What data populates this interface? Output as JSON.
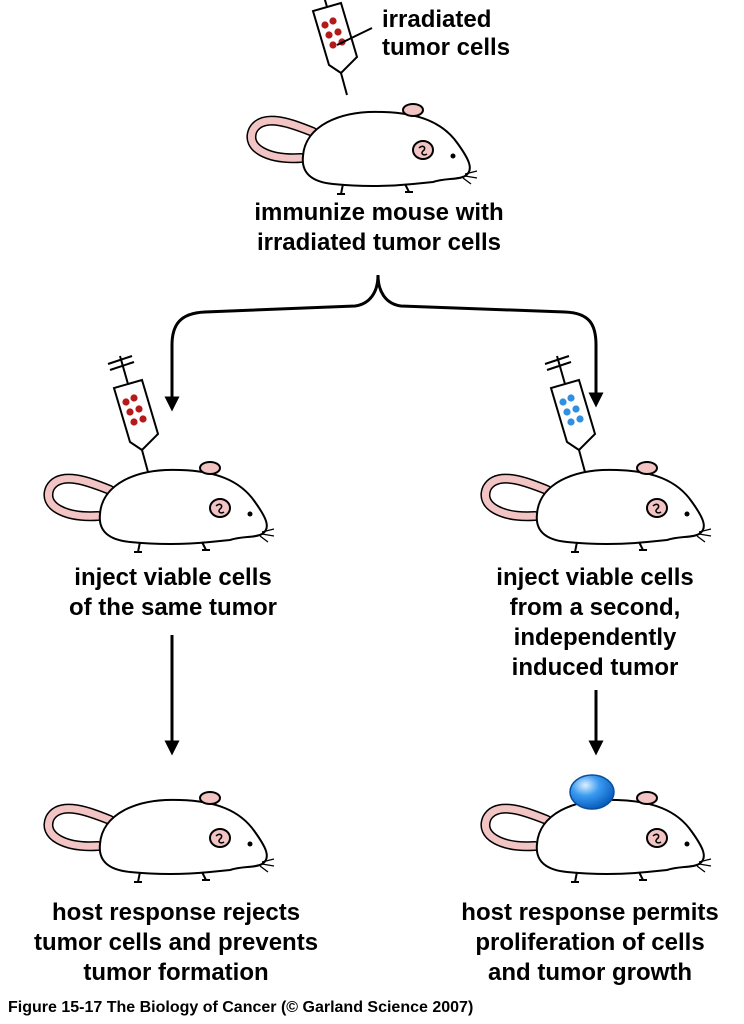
{
  "syringe_label": [
    "irradiated",
    "tumor cells"
  ],
  "step1": [
    "immunize mouse with",
    "irradiated tumor cells"
  ],
  "left_branch": {
    "injection": [
      "inject viable cells",
      "of the same tumor"
    ],
    "outcome": [
      "host response rejects",
      "tumor cells and prevents",
      "tumor formation"
    ]
  },
  "right_branch": {
    "injection": [
      "inject viable cells",
      "from a second,",
      "independently",
      "induced tumor"
    ],
    "outcome": [
      "host response permits",
      "proliferation of cells",
      "and tumor growth"
    ]
  },
  "caption": "Figure 15-17  The Biology of Cancer (© Garland Science 2007)",
  "colors": {
    "irradiated_cells": "#b31a1a",
    "second_tumor_cells": "#2f8fe0",
    "tumor": "#1f7fe0",
    "mouse_ear_tail": "#f2c4c4"
  }
}
